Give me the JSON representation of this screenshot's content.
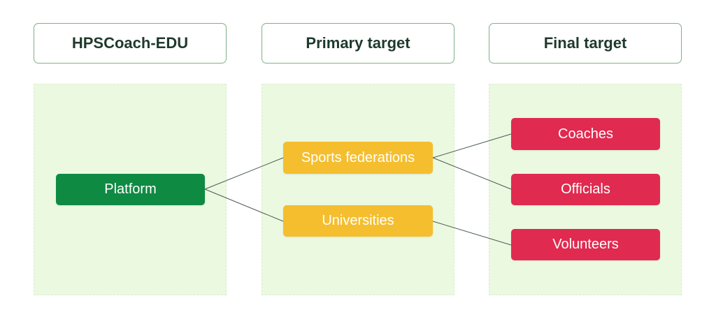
{
  "headers": {
    "col1": "HPSCoach-EDU",
    "col2": "Primary target",
    "col3": "Final target"
  },
  "nodes": {
    "platform": "Platform",
    "sports_federations": "Sports federations",
    "universities": "Universities",
    "coaches": "Coaches",
    "officials": "Officials",
    "volunteers": "Volunteers"
  },
  "colors": {
    "header_border": "#7fb08a",
    "panel_fill": "#ebf9e1",
    "platform": "#0e8a43",
    "primary": "#f4be2e",
    "final": "#e02a4f",
    "connector": "#4a5a52"
  }
}
